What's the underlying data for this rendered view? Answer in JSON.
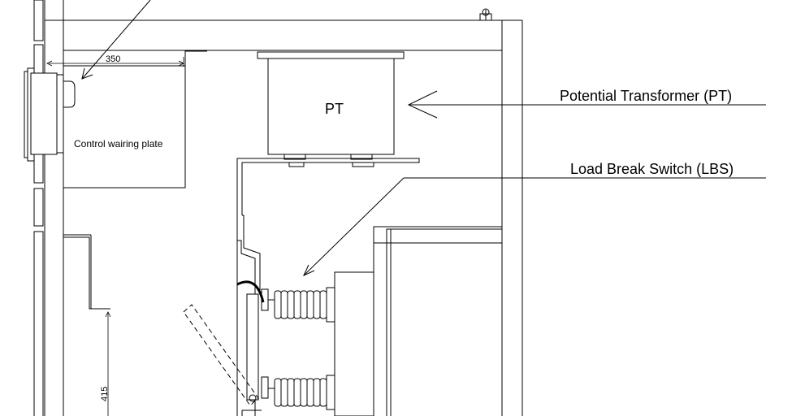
{
  "labels": {
    "pt_box": "PT",
    "pt_callout": "Potential Transformer (PT)",
    "lbs_callout": "Load Break Switch (LBS)",
    "control_plate": "Control wairing plate",
    "dim_top": "350",
    "dim_side": "415"
  },
  "colors": {
    "line": "#000000",
    "background": "#ffffff"
  }
}
